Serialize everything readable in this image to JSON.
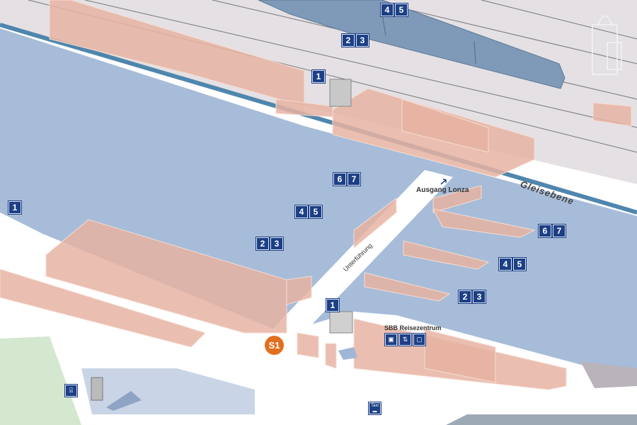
{
  "colors": {
    "underground": "#a7bcd8",
    "building": "#e6b3a2",
    "badge": "#1c3f86",
    "s_bahn": "#e36f1e",
    "track": "#d9d4d8",
    "train": "#7f9ab8",
    "edge": "#4f86ad",
    "grass": "#d3e8cf",
    "parking": "#c9d5e6"
  },
  "labels": {
    "gleisebene": "Gleisebene",
    "ausgang": "Ausgang Lonza",
    "unterfuehrung": "Unterführung",
    "reisezentrum": "SBB Reisezentrum",
    "s_bahn": "S1",
    "taxi": "Taxi"
  },
  "track_badges": [
    {
      "group": "top",
      "numbers": [
        "4",
        "5"
      ]
    },
    {
      "group": "top",
      "numbers": [
        "2",
        "3"
      ]
    },
    {
      "group": "top",
      "numbers": [
        "1"
      ]
    },
    {
      "group": "left",
      "numbers": [
        "1"
      ]
    },
    {
      "group": "middle",
      "numbers": [
        "6",
        "7"
      ]
    },
    {
      "group": "middle",
      "numbers": [
        "4",
        "5"
      ]
    },
    {
      "group": "middle",
      "numbers": [
        "2",
        "3"
      ]
    },
    {
      "group": "right",
      "numbers": [
        "6",
        "7"
      ]
    },
    {
      "group": "right",
      "numbers": [
        "4",
        "5"
      ]
    },
    {
      "group": "right",
      "numbers": [
        "2",
        "3"
      ]
    },
    {
      "group": "lift",
      "numbers": [
        "1"
      ]
    }
  ],
  "icons": [
    "ticket-machine-icon",
    "currency-exchange-icon",
    "luggage-icon",
    "bicycle-icon",
    "taxi-icon",
    "shopping-bag-icon",
    "arrow-up-right-icon",
    "elevator-icon"
  ]
}
